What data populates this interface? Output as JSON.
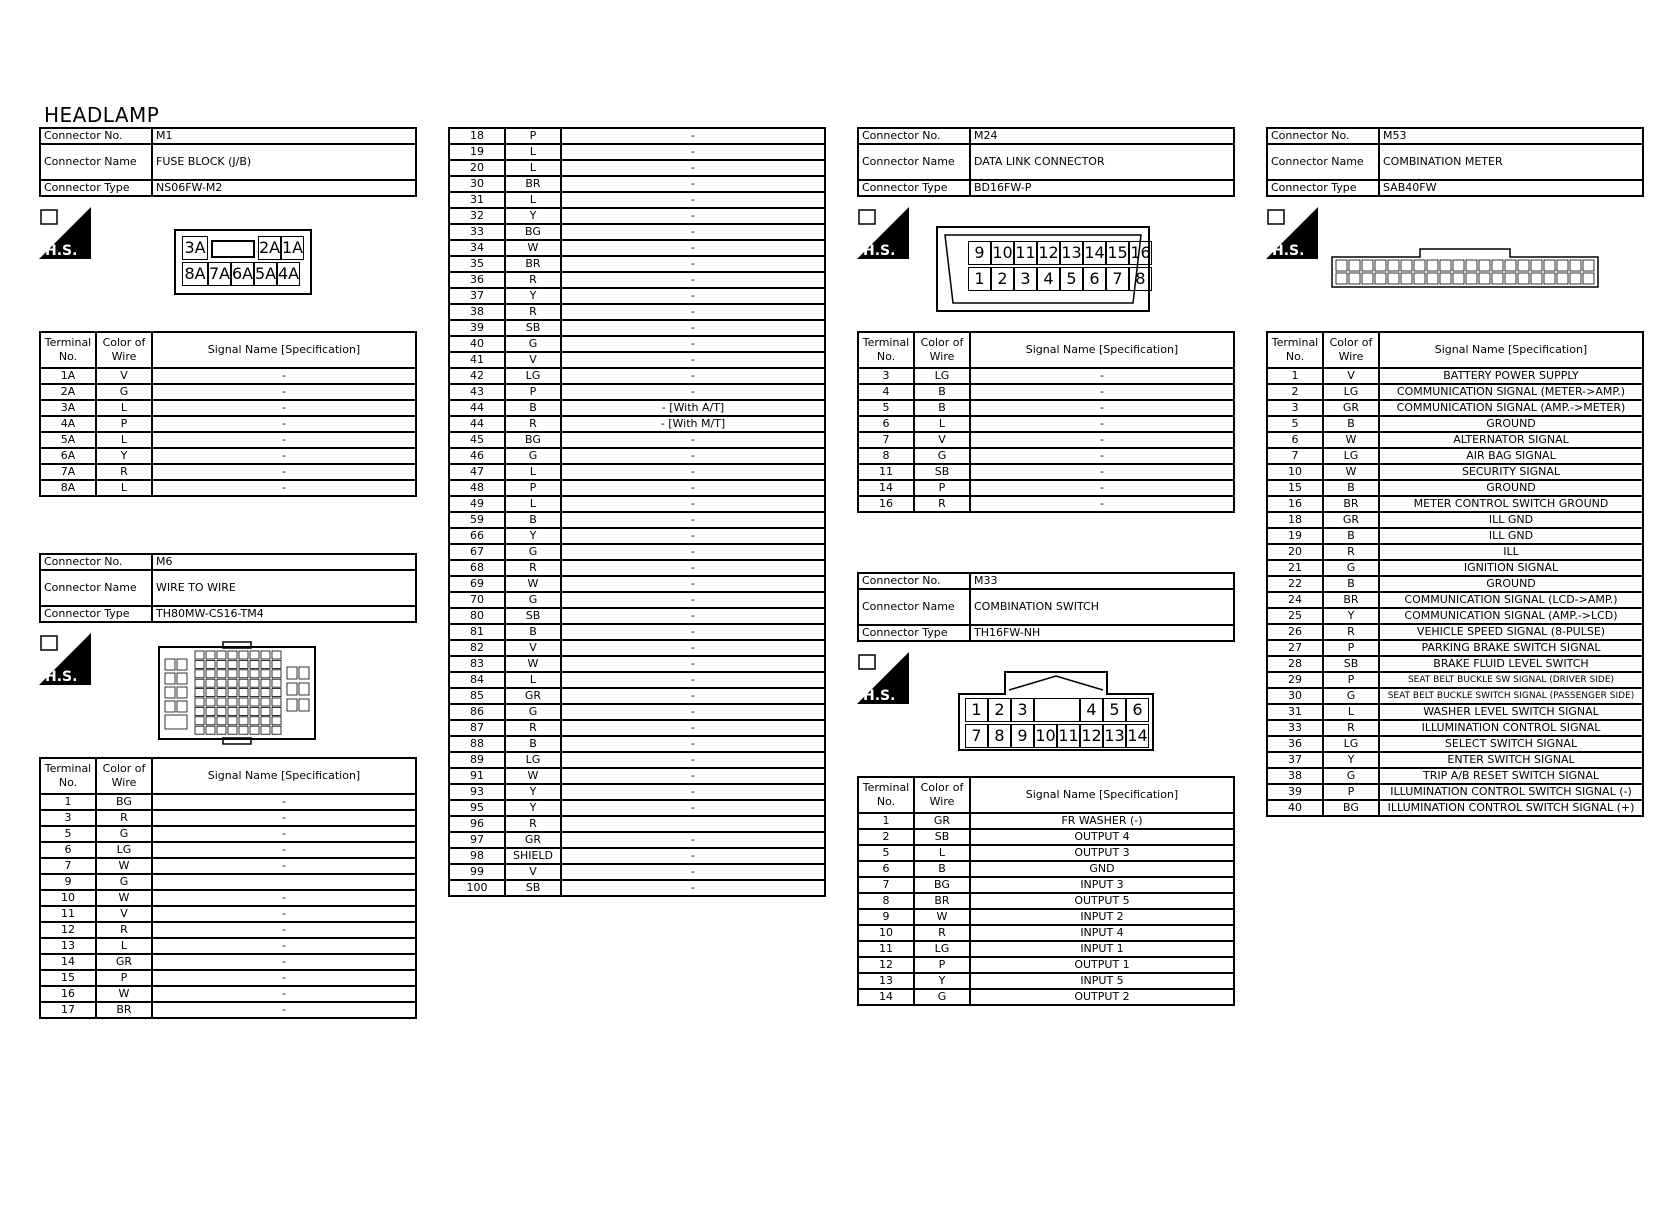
{
  "page": {
    "title": "HEADLAMP"
  },
  "labels": {
    "connector_no": "Connector No.",
    "connector_name": "Connector Name",
    "connector_type": "Connector Type",
    "terminal_no": "Terminal No.",
    "color_of_wire": "Color of Wire",
    "signal_name": "Signal Name [Specification]",
    "hs": "H.S."
  },
  "m1": {
    "no": "M1",
    "name": "FUSE BLOCK (J/B)",
    "type": "NS06FW-M2",
    "pins_top": [
      "3A",
      "",
      "2A",
      "1A"
    ],
    "pins_bottom": [
      "8A",
      "7A",
      "6A",
      "5A",
      "4A"
    ],
    "rows": [
      [
        "1A",
        "V",
        "-"
      ],
      [
        "2A",
        "G",
        "-"
      ],
      [
        "3A",
        "L",
        "-"
      ],
      [
        "4A",
        "P",
        "-"
      ],
      [
        "5A",
        "L",
        "-"
      ],
      [
        "6A",
        "Y",
        "-"
      ],
      [
        "7A",
        "R",
        "-"
      ],
      [
        "8A",
        "L",
        "-"
      ]
    ]
  },
  "m6": {
    "no": "M6",
    "name": "WIRE TO WIRE",
    "type": "TH80MW-CS16-TM4",
    "rows": [
      [
        "1",
        "BG",
        "-"
      ],
      [
        "3",
        "R",
        "-"
      ],
      [
        "5",
        "G",
        "-"
      ],
      [
        "6",
        "LG",
        "-"
      ],
      [
        "7",
        "W",
        "-"
      ],
      [
        "9",
        "G",
        ""
      ],
      [
        "10",
        "W",
        "-"
      ],
      [
        "11",
        "V",
        "-"
      ],
      [
        "12",
        "R",
        "-"
      ],
      [
        "13",
        "L",
        "-"
      ],
      [
        "14",
        "GR",
        "-"
      ],
      [
        "15",
        "P",
        "-"
      ],
      [
        "16",
        "W",
        "-"
      ],
      [
        "17",
        "BR",
        "-"
      ],
      [
        "18",
        "P",
        "-"
      ],
      [
        "19",
        "L",
        "-"
      ],
      [
        "20",
        "L",
        "-"
      ],
      [
        "30",
        "BR",
        "-"
      ],
      [
        "31",
        "L",
        "-"
      ],
      [
        "32",
        "Y",
        "-"
      ],
      [
        "33",
        "BG",
        "-"
      ],
      [
        "34",
        "W",
        "-"
      ],
      [
        "35",
        "BR",
        "-"
      ],
      [
        "36",
        "R",
        "-"
      ],
      [
        "37",
        "Y",
        "-"
      ],
      [
        "38",
        "R",
        "-"
      ],
      [
        "39",
        "SB",
        "-"
      ],
      [
        "40",
        "G",
        "-"
      ],
      [
        "41",
        "V",
        "-"
      ],
      [
        "42",
        "LG",
        "-"
      ],
      [
        "43",
        "P",
        "-"
      ],
      [
        "44",
        "B",
        "- [With A/T]"
      ],
      [
        "44",
        "R",
        "- [With M/T]"
      ],
      [
        "45",
        "BG",
        "-"
      ],
      [
        "46",
        "G",
        "-"
      ],
      [
        "47",
        "L",
        "-"
      ],
      [
        "48",
        "P",
        "-"
      ],
      [
        "49",
        "L",
        "-"
      ],
      [
        "59",
        "B",
        "-"
      ],
      [
        "66",
        "Y",
        "-"
      ],
      [
        "67",
        "G",
        "-"
      ],
      [
        "68",
        "R",
        "-"
      ],
      [
        "69",
        "W",
        "-"
      ],
      [
        "70",
        "G",
        "-"
      ],
      [
        "80",
        "SB",
        "-"
      ],
      [
        "81",
        "B",
        "-"
      ],
      [
        "82",
        "V",
        "-"
      ],
      [
        "83",
        "W",
        "-"
      ],
      [
        "84",
        "L",
        "-"
      ],
      [
        "85",
        "GR",
        "-"
      ],
      [
        "86",
        "G",
        "-"
      ],
      [
        "87",
        "R",
        "-"
      ],
      [
        "88",
        "B",
        "-"
      ],
      [
        "89",
        "LG",
        "-"
      ],
      [
        "91",
        "W",
        "-"
      ],
      [
        "93",
        "Y",
        "-"
      ],
      [
        "95",
        "Y",
        "-"
      ],
      [
        "96",
        "R",
        ""
      ],
      [
        "97",
        "GR",
        "-"
      ],
      [
        "98",
        "SHIELD",
        "-"
      ],
      [
        "99",
        "V",
        "-"
      ],
      [
        "100",
        "SB",
        "-"
      ]
    ]
  },
  "m24": {
    "no": "M24",
    "name": "DATA LINK CONNECTOR",
    "type": "BD16FW-P",
    "pins_top": [
      "9",
      "10",
      "11",
      "12",
      "13",
      "14",
      "15",
      "16"
    ],
    "pins_bottom": [
      "1",
      "2",
      "3",
      "4",
      "5",
      "6",
      "7",
      "8"
    ],
    "rows": [
      [
        "3",
        "LG",
        "-"
      ],
      [
        "4",
        "B",
        "-"
      ],
      [
        "5",
        "B",
        "-"
      ],
      [
        "6",
        "L",
        "-"
      ],
      [
        "7",
        "V",
        "-"
      ],
      [
        "8",
        "G",
        "-"
      ],
      [
        "11",
        "SB",
        "-"
      ],
      [
        "14",
        "P",
        "-"
      ],
      [
        "16",
        "R",
        "-"
      ]
    ]
  },
  "m33": {
    "no": "M33",
    "name": "COMBINATION SWITCH",
    "type": "TH16FW-NH",
    "pins_top": [
      "1",
      "2",
      "3",
      "",
      "",
      "4",
      "5",
      "6"
    ],
    "pins_bottom": [
      "7",
      "8",
      "9",
      "10",
      "11",
      "12",
      "13",
      "14"
    ],
    "rows": [
      [
        "1",
        "GR",
        "FR WASHER (-)"
      ],
      [
        "2",
        "SB",
        "OUTPUT 4"
      ],
      [
        "5",
        "L",
        "OUTPUT 3"
      ],
      [
        "6",
        "B",
        "GND"
      ],
      [
        "7",
        "BG",
        "INPUT 3"
      ],
      [
        "8",
        "BR",
        "OUTPUT 5"
      ],
      [
        "9",
        "W",
        "INPUT 2"
      ],
      [
        "10",
        "R",
        "INPUT 4"
      ],
      [
        "11",
        "LG",
        "INPUT 1"
      ],
      [
        "12",
        "P",
        "OUTPUT 1"
      ],
      [
        "13",
        "Y",
        "INPUT 5"
      ],
      [
        "14",
        "G",
        "OUTPUT 2"
      ]
    ]
  },
  "m53": {
    "no": "M53",
    "name": "COMBINATION METER",
    "type": "SAB40FW",
    "rows": [
      [
        "1",
        "V",
        "BATTERY POWER SUPPLY"
      ],
      [
        "2",
        "LG",
        "COMMUNICATION SIGNAL (METER->AMP.)"
      ],
      [
        "3",
        "GR",
        "COMMUNICATION SIGNAL (AMP.->METER)"
      ],
      [
        "5",
        "B",
        "GROUND"
      ],
      [
        "6",
        "W",
        "ALTERNATOR SIGNAL"
      ],
      [
        "7",
        "LG",
        "AIR BAG SIGNAL"
      ],
      [
        "10",
        "W",
        "SECURITY SIGNAL"
      ],
      [
        "15",
        "B",
        "GROUND"
      ],
      [
        "16",
        "BR",
        "METER CONTROL SWITCH GROUND"
      ],
      [
        "18",
        "GR",
        "ILL GND"
      ],
      [
        "19",
        "B",
        "ILL GND"
      ],
      [
        "20",
        "R",
        "ILL"
      ],
      [
        "21",
        "G",
        "IGNITION SIGNAL"
      ],
      [
        "22",
        "B",
        "GROUND"
      ],
      [
        "24",
        "BR",
        "COMMUNICATION SIGNAL (LCD->AMP.)"
      ],
      [
        "25",
        "Y",
        "COMMUNICATION SIGNAL (AMP.->LCD)"
      ],
      [
        "26",
        "R",
        "VEHICLE SPEED SIGNAL (8-PULSE)"
      ],
      [
        "27",
        "P",
        "PARKING BRAKE SWITCH SIGNAL"
      ],
      [
        "28",
        "SB",
        "BRAKE FLUID LEVEL SWITCH"
      ],
      [
        "29",
        "P",
        "SEAT BELT BUCKLE SW SIGNAL (DRIVER SIDE)"
      ],
      [
        "30",
        "G",
        "SEAT BELT BUCKLE SWITCH SIGNAL (PASSENGER SIDE)"
      ],
      [
        "31",
        "L",
        "WASHER LEVEL SWITCH SIGNAL"
      ],
      [
        "33",
        "R",
        "ILLUMINATION CONTROL SIGNAL"
      ],
      [
        "36",
        "LG",
        "SELECT SWITCH SIGNAL"
      ],
      [
        "37",
        "Y",
        "ENTER SWITCH SIGNAL"
      ],
      [
        "38",
        "G",
        "TRIP A/B RESET SWITCH SIGNAL"
      ],
      [
        "39",
        "P",
        "ILLUMINATION CONTROL SWITCH SIGNAL (-)"
      ],
      [
        "40",
        "BG",
        "ILLUMINATION CONTROL SWITCH SIGNAL (+)"
      ]
    ]
  }
}
